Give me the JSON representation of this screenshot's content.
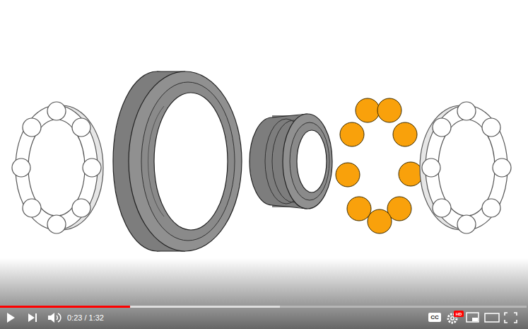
{
  "diagram": {
    "labels": [
      "0:23 / 1:32",
      "CC",
      "HD"
    ]
  }
}
